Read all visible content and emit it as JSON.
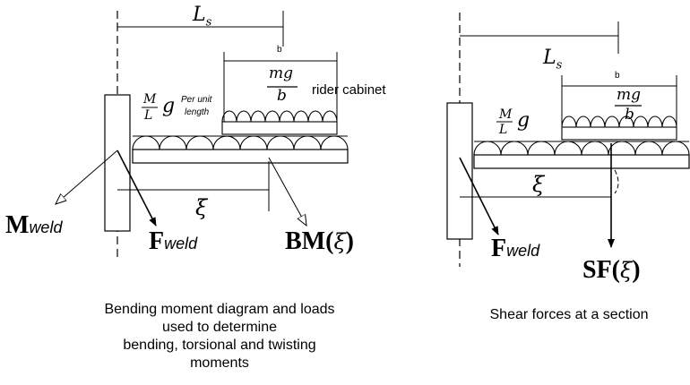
{
  "left": {
    "ls": "L",
    "ls_sub": "s",
    "b": "b",
    "mg": "mg",
    "b_denom": "b",
    "rider": "rider cabinet",
    "m_num": "M",
    "l_den": "L",
    "g": "g",
    "per_unit_1": "Per unit",
    "per_unit_2": "length",
    "xi": "ξ",
    "m_weld_main": "M",
    "m_weld_sub": "weld",
    "f_weld_main": "F",
    "f_weld_sub": "weld",
    "bm_label": "BM(",
    "bm_xi": "ξ",
    "bm_close": ")",
    "caption": [
      "Bending moment diagram and loads",
      "used to determine",
      "bending, torsional and twisting",
      "moments"
    ]
  },
  "right": {
    "ls": "L",
    "ls_sub": "s",
    "b": "b",
    "mg": "mg",
    "b_denom": "b",
    "m_num": "M",
    "l_den": "L",
    "g": "g",
    "xi": "ξ",
    "f_weld_main": "F",
    "f_weld_sub": "weld",
    "sf_label": "SF(",
    "sf_xi": "ξ",
    "sf_close": ")",
    "caption": [
      "Shear forces at a section"
    ]
  }
}
